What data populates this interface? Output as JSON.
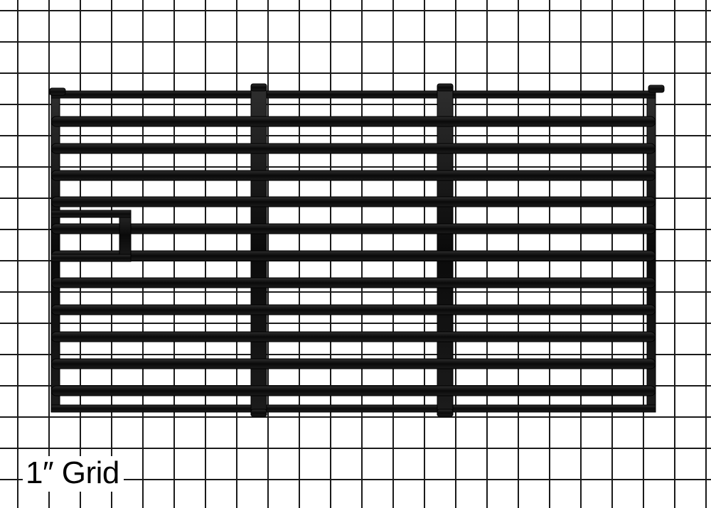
{
  "image": {
    "subject": "black-porcelain-coated-cast-iron-cooking-grate",
    "background": "grid",
    "colors": {
      "grate": "#0b0b0b",
      "grate_highlight": "#3a3a3a",
      "grid_line": "#1a1a1a",
      "background": "#ffffff"
    }
  },
  "caption": {
    "grid_label": "1″ Grid"
  }
}
